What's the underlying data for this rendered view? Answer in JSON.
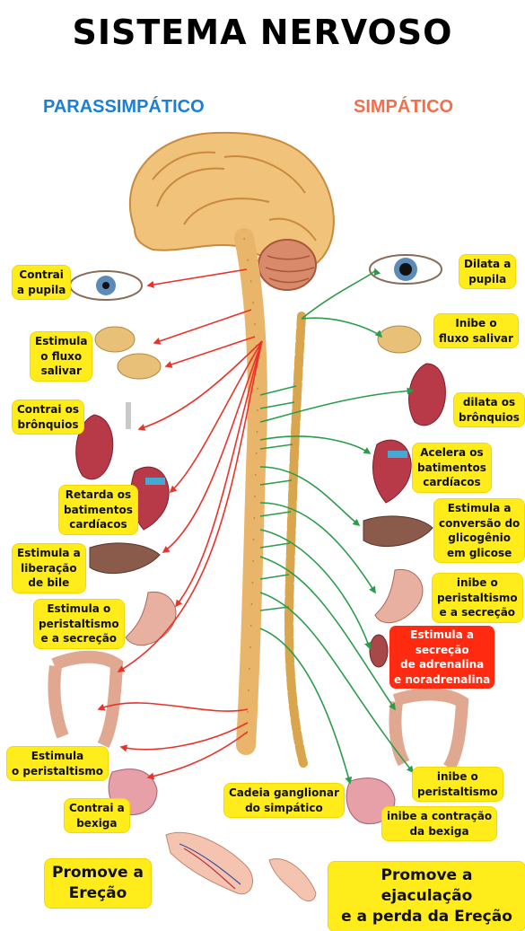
{
  "title": "SISTEMA NERVOSO",
  "headers": {
    "left": "PARASSIMPÁTICO",
    "right": "SIMPÁTICO"
  },
  "left_labels": [
    "Contrai\na pupila",
    "Estimula\no fluxo\nsalivar",
    "Contrai os\nbrônquios",
    "Retarda os\nbatimentos\ncardíacos",
    "Estimula a\nliberação\nde bile",
    "Estimula o\nperistaltismo\ne a secreção",
    "Estimula\no peristaltismo",
    "Contrai a\nbexiga"
  ],
  "right_labels": [
    "Dilata a\npupila",
    "Inibe o\nfluxo salivar",
    "dilata os\nbrônquios",
    "Acelera os\nbatimentos\ncardíacos",
    "Estimula a\nconversão do\nglicogênio\nem glicose",
    "inibe o\nperistaltismo\ne a secreção",
    "Estimula a\nsecreção\nde adrenalina\ne noradrenalina",
    "inibe o\nperistaltismo",
    "inibe a contração\nda bexiga"
  ],
  "center_label": "Cadeia ganglionar\ndo simpático",
  "bottom": {
    "left": "Promove a\nEreção",
    "right": "Promove a ejaculação\ne a perda da Ereção"
  },
  "colors": {
    "parasympathetic": "#e8332a",
    "sympathetic": "#2a9d4a",
    "label_bg": "#ffec1a",
    "highlight_bg": "#ff2a10"
  }
}
